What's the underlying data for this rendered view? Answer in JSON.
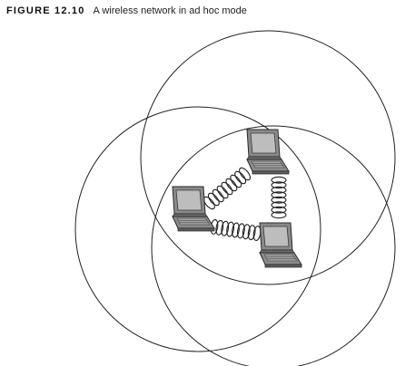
{
  "figure": {
    "label": "FIGURE 12.10",
    "caption": "A wireless network in ad hoc mode"
  },
  "diagram": {
    "nodes": [
      {
        "id": "laptop-top",
        "icon": "laptop-icon"
      },
      {
        "id": "laptop-left",
        "icon": "laptop-icon"
      },
      {
        "id": "laptop-bottom",
        "icon": "laptop-icon"
      }
    ],
    "links": [
      {
        "from": "laptop-left",
        "to": "laptop-top",
        "style": "coil"
      },
      {
        "from": "laptop-top",
        "to": "laptop-bottom",
        "style": "coil"
      },
      {
        "from": "laptop-left",
        "to": "laptop-bottom",
        "style": "coil"
      }
    ],
    "coverage_areas": 3,
    "colors": {
      "line": "#222222",
      "laptop_body": "#8a8a8a",
      "laptop_screen": "#bdbdbd",
      "laptop_edge": "#2a2a2a"
    }
  }
}
